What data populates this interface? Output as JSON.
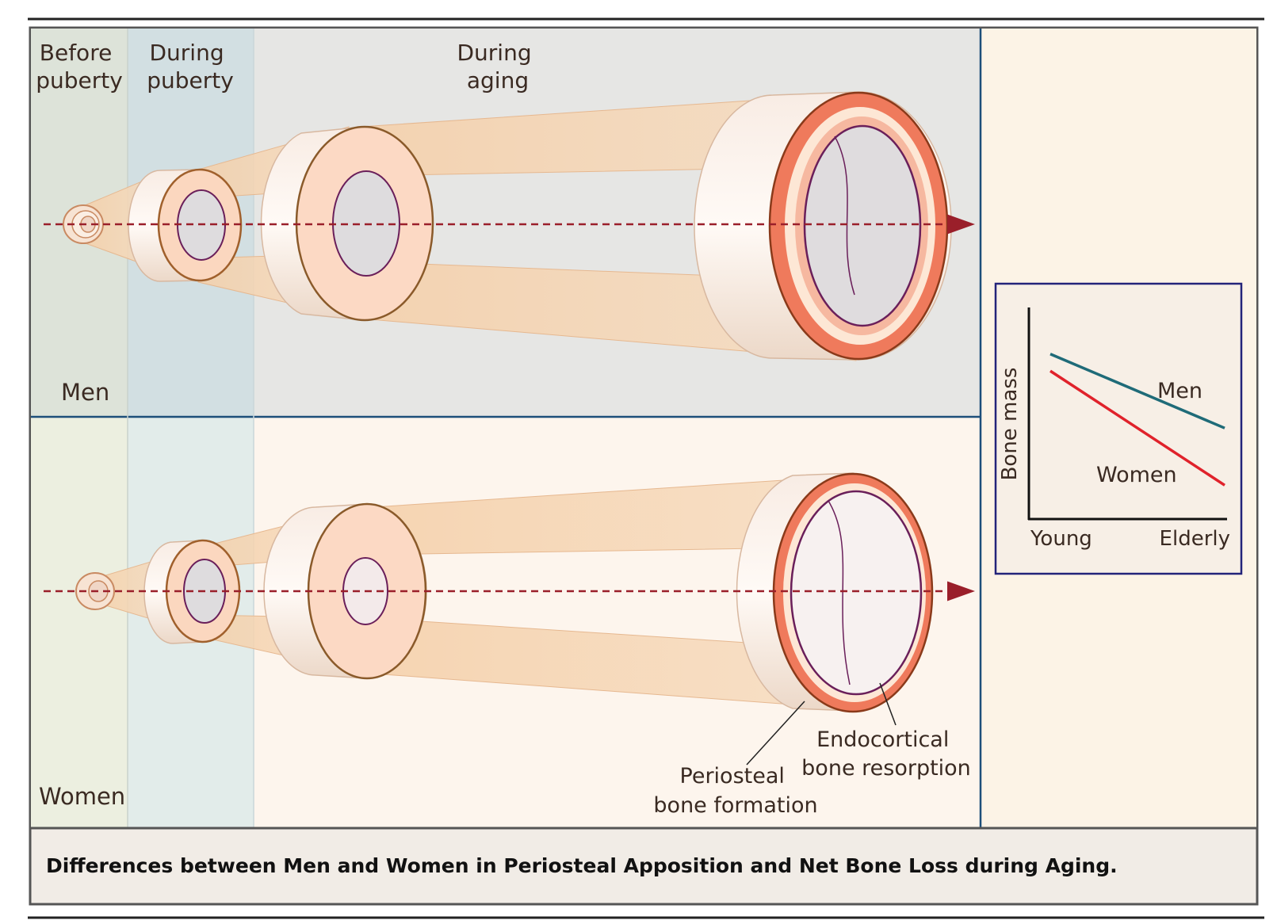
{
  "header_labels": {
    "before_puberty": [
      "Before",
      "puberty"
    ],
    "during_puberty": [
      "During",
      "puberty"
    ],
    "during_aging": [
      "During",
      "aging"
    ]
  },
  "panels": {
    "men_label": "Men",
    "women_label": "Women"
  },
  "annotations": {
    "endocortical": [
      "Endocortical",
      "bone resorption"
    ],
    "periosteal": [
      "Periosteal",
      "bone formation"
    ]
  },
  "inset_chart": {
    "ylabel": "Bone mass",
    "x_ticks": [
      "Young",
      "Elderly"
    ],
    "men_label": "Men",
    "women_label": "Women"
  },
  "chart_data": {
    "type": "line",
    "xlabel": "",
    "ylabel": "Bone mass",
    "categories": [
      "Young",
      "Elderly"
    ],
    "series": [
      {
        "name": "Men",
        "values": [
          0.78,
          0.43
        ],
        "color": "#1f6b78"
      },
      {
        "name": "Women",
        "values": [
          0.7,
          0.16
        ],
        "color": "#e0222b"
      }
    ],
    "ylim": [
      0,
      1
    ],
    "grid": false
  },
  "caption": "Differences between Men and Women in Periosteal Apposition and Net Bone Loss during Aging.",
  "colors": {
    "arrow": "#9a1f2a",
    "endosteal_line": "#6a1f5a",
    "periosteal_red": "#ef7a5c",
    "men_line": "#1f6b78",
    "women_line": "#e0222b",
    "inset_border": "#23237a"
  }
}
